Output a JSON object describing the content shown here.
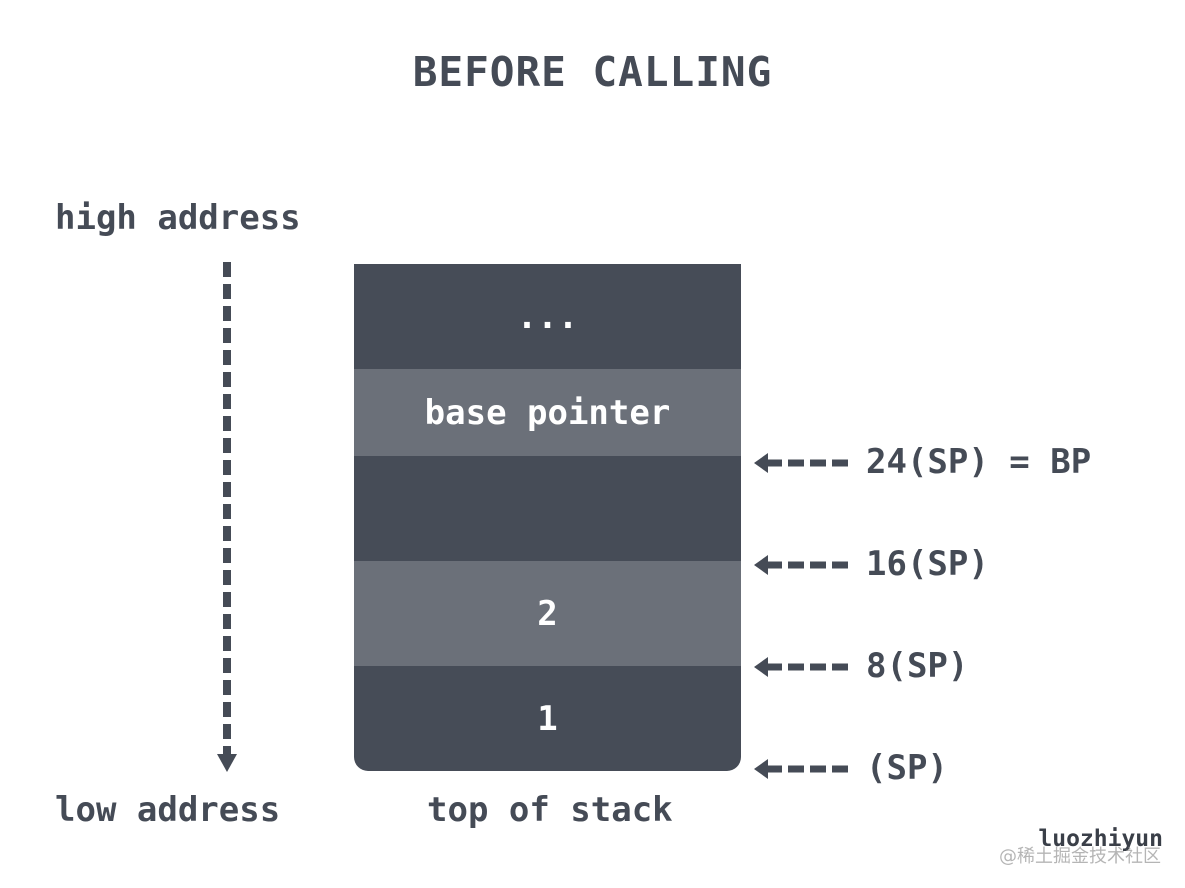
{
  "title": "BEFORE CALLING",
  "labels": {
    "high_address": "high address",
    "low_address": "low address",
    "top_of_stack": "top of stack"
  },
  "stack": {
    "cells": [
      {
        "label": "...",
        "shade": "dark"
      },
      {
        "label": "base pointer",
        "shade": "light"
      },
      {
        "label": "",
        "shade": "dark"
      },
      {
        "label": "2",
        "shade": "light"
      },
      {
        "label": "1",
        "shade": "dark"
      }
    ]
  },
  "pointers": [
    {
      "label": "24(SP) = BP"
    },
    {
      "label": "16(SP)"
    },
    {
      "label": "8(SP)"
    },
    {
      "label": "(SP)"
    }
  ],
  "author": "luozhiyun",
  "watermark": "@稀土掘金技术社区",
  "colors": {
    "dark_cell": "#464c57",
    "light_cell": "#6b7079",
    "text": "#454b56"
  }
}
